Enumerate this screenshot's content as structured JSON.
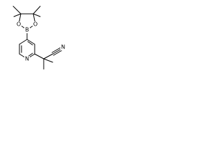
{
  "molecule": {
    "name": "",
    "atom_labels": {
      "oxygen_left": "O",
      "oxygen_right": "O",
      "boron": "B",
      "ring_nitrogen": "N",
      "nitrile_nitrogen": "N"
    }
  }
}
